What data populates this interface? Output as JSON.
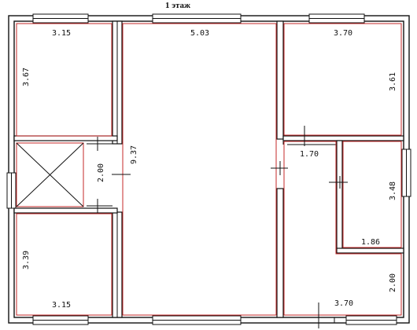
{
  "title": "1 этаж",
  "colors": {
    "wall": "#111111",
    "room_outline": "#c62828",
    "background": "#ffffff"
  },
  "dimensions": {
    "top_left_width": "3.15",
    "top_left_height": "3.67",
    "hall_width": "5.03",
    "hall_length": "9.37",
    "top_right_width": "3.70",
    "top_right_height": "3.61",
    "stair_height": "2.00",
    "corridor_width": "1.70",
    "bath_height": "3.48",
    "bath_width": "1.86",
    "bottom_right_height": "2.00",
    "bottom_left_height": "3.39",
    "bottom_left_width": "3.15",
    "bottom_right_width": "3.70"
  }
}
